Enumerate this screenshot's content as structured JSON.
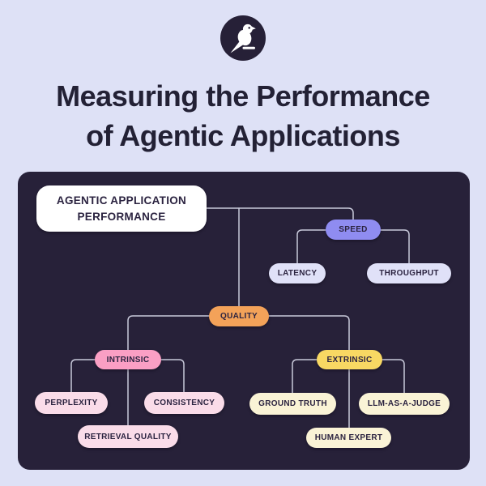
{
  "page": {
    "background": "#dee1f6"
  },
  "logo": {
    "icon": "canary-bird-icon",
    "background": "#262037",
    "bird_color": "#ffffff"
  },
  "title": {
    "line1": "Measuring the Performance",
    "line2": "of Agentic Applications",
    "color": "#232135"
  },
  "diagram": {
    "panel_bg": "#272139",
    "text_color": "#2b2340",
    "connector_color": "#c9cadb",
    "nodes": {
      "root": {
        "label": "AGENTIC APPLICATION PERFORMANCE",
        "bg": "#ffffff"
      },
      "speed": {
        "label": "SPEED",
        "bg": "#8f8cf1"
      },
      "latency": {
        "label": "LATENCY",
        "bg": "#e0e1f8"
      },
      "throughput": {
        "label": "THROUGHPUT",
        "bg": "#e0e1f8"
      },
      "quality": {
        "label": "QUALITY",
        "bg": "#f3a259"
      },
      "intrinsic": {
        "label": "INTRINSIC",
        "bg": "#fa9fc4"
      },
      "perplexity": {
        "label": "PERPLEXITY",
        "bg": "#fadce9"
      },
      "consistency": {
        "label": "CONSISTENCY",
        "bg": "#fadce9"
      },
      "retrieval_quality": {
        "label": "RETRIEVAL QUALITY",
        "bg": "#fadce9"
      },
      "extrinsic": {
        "label": "EXTRINSIC",
        "bg": "#f8d863"
      },
      "ground_truth": {
        "label": "GROUND TRUTH",
        "bg": "#faf3d6"
      },
      "llm_as_a_judge": {
        "label": "LLM-AS-A-JUDGE",
        "bg": "#faf3d6"
      },
      "human_expert": {
        "label": "HUMAN EXPERT",
        "bg": "#faf3d6"
      }
    }
  }
}
